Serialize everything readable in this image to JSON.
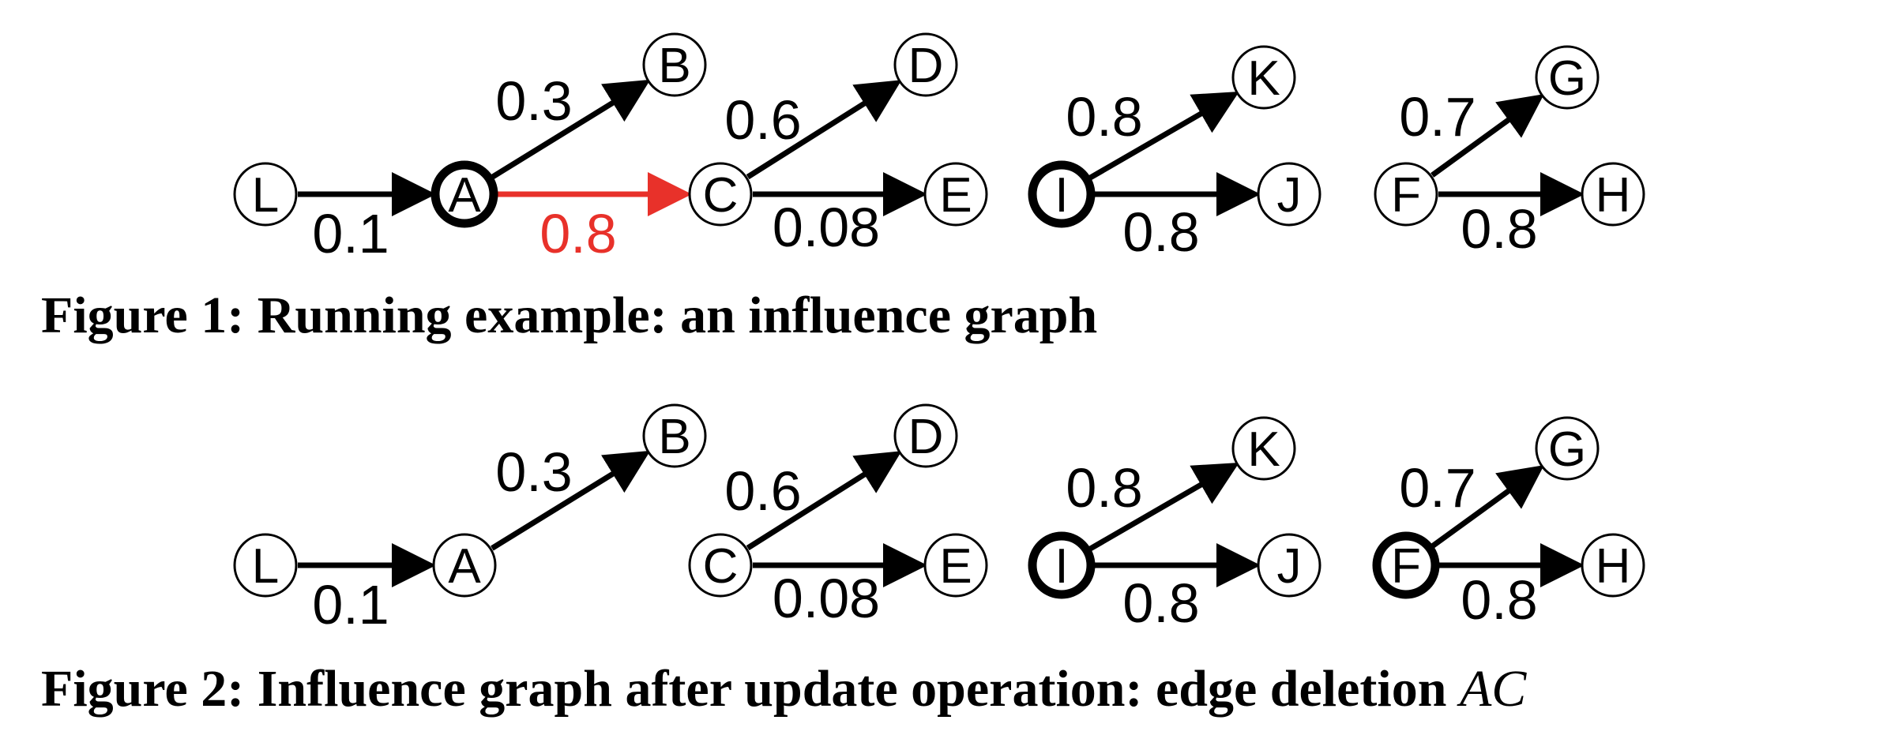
{
  "colors": {
    "default": "#000000",
    "highlight": "#e8312a"
  },
  "figures": [
    {
      "caption_number": "Figure 1:",
      "caption_text": "Running example: an influence graph",
      "caption_suffix": "",
      "bold_nodes": [
        "A",
        "I"
      ],
      "edges": [
        {
          "from": "L",
          "to": "A",
          "weight": "0.1"
        },
        {
          "from": "A",
          "to": "B",
          "weight": "0.3"
        },
        {
          "from": "A",
          "to": "C",
          "weight": "0.8",
          "highlight": true
        },
        {
          "from": "C",
          "to": "D",
          "weight": "0.6"
        },
        {
          "from": "C",
          "to": "E",
          "weight": "0.08"
        },
        {
          "from": "I",
          "to": "K",
          "weight": "0.8"
        },
        {
          "from": "I",
          "to": "J",
          "weight": "0.8"
        },
        {
          "from": "F",
          "to": "G",
          "weight": "0.7"
        },
        {
          "from": "F",
          "to": "H",
          "weight": "0.8"
        }
      ]
    },
    {
      "caption_number": "Figure 2:",
      "caption_text": "Influence graph after update operation: edge deletion",
      "caption_suffix": "AC",
      "bold_nodes": [
        "I",
        "F"
      ],
      "edges": [
        {
          "from": "L",
          "to": "A",
          "weight": "0.1"
        },
        {
          "from": "A",
          "to": "B",
          "weight": "0.3"
        },
        {
          "from": "C",
          "to": "D",
          "weight": "0.6"
        },
        {
          "from": "C",
          "to": "E",
          "weight": "0.08"
        },
        {
          "from": "I",
          "to": "K",
          "weight": "0.8"
        },
        {
          "from": "I",
          "to": "J",
          "weight": "0.8"
        },
        {
          "from": "F",
          "to": "G",
          "weight": "0.7"
        },
        {
          "from": "F",
          "to": "H",
          "weight": "0.8"
        }
      ]
    }
  ],
  "nodes": [
    "L",
    "A",
    "B",
    "C",
    "D",
    "E",
    "I",
    "K",
    "J",
    "F",
    "G",
    "H"
  ]
}
